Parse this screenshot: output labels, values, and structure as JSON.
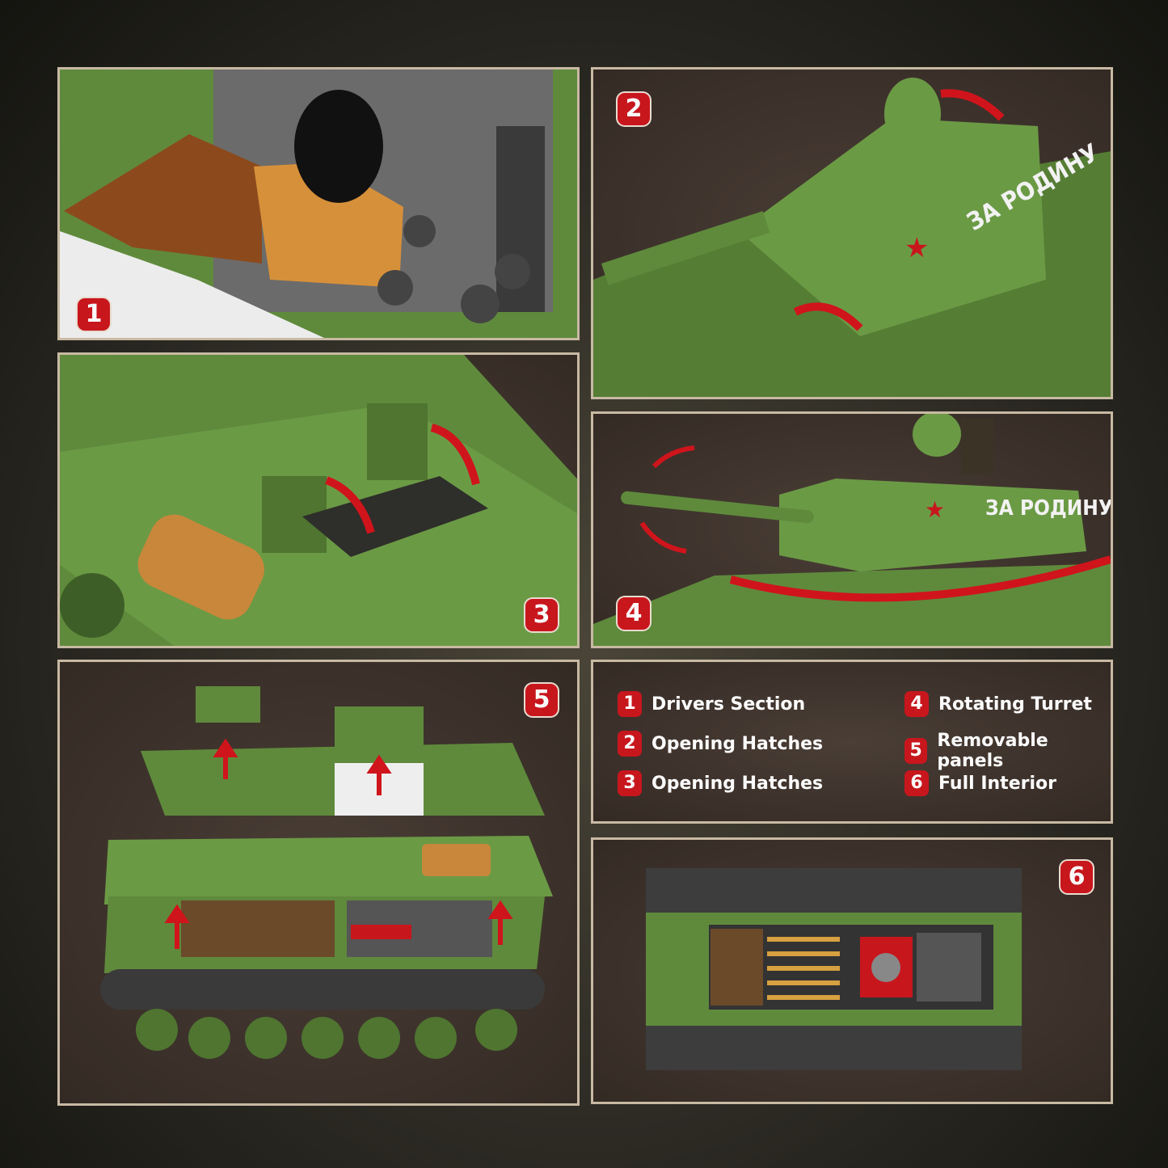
{
  "panels": [
    {
      "badge": "1"
    },
    {
      "badge": "2",
      "turret_text": "ЗА РОДИНУ"
    },
    {
      "badge": "3"
    },
    {
      "badge": "4",
      "turret_text": "ЗА РОДИНУ"
    },
    {
      "badge": "5"
    },
    {
      "badge": "6"
    }
  ],
  "legend": [
    {
      "num": "1",
      "label": "Drivers Section"
    },
    {
      "num": "2",
      "label": "Opening Hatches"
    },
    {
      "num": "3",
      "label": "Opening Hatches"
    },
    {
      "num": "4",
      "label": "Rotating Turret"
    },
    {
      "num": "5",
      "label": "Removable panels"
    },
    {
      "num": "6",
      "label": "Full Interior"
    }
  ],
  "colors": {
    "badge": "#c8161d",
    "tank_green": "#5f8a3c",
    "frame": "#c8b9a3",
    "arrow": "#d0141c"
  }
}
